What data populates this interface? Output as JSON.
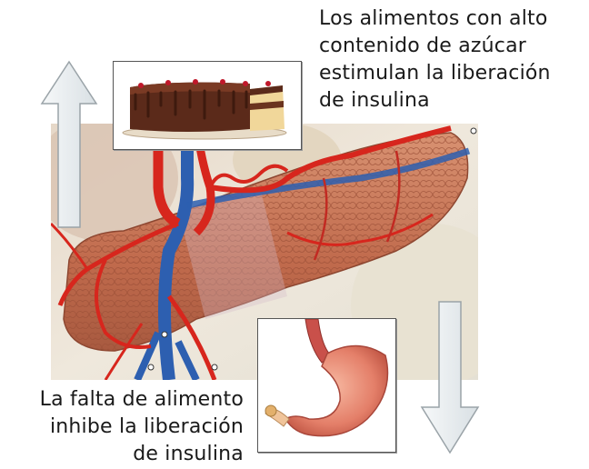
{
  "captions": {
    "top": [
      "Los alimentos con alto",
      "contenido de azúcar",
      "estimulan la liberación",
      "de insulina"
    ],
    "bottom": [
      "La falta de alimento",
      "inhibe la liberación",
      "de insulina"
    ]
  },
  "arrows": {
    "up": "up-arrow-icon",
    "down": "down-arrow-icon"
  },
  "illustrations": {
    "organ": "pancreas-icon",
    "food": "cake-icon",
    "stomach": "stomach-icon"
  },
  "colors": {
    "arrow_fill": "#e9eef1",
    "arrow_stroke": "#9aa3a8",
    "artery": "#d7261d",
    "vein": "#2d5fb0",
    "pancreas": "#c8785c",
    "tissue_bg": "#ece4d8"
  }
}
